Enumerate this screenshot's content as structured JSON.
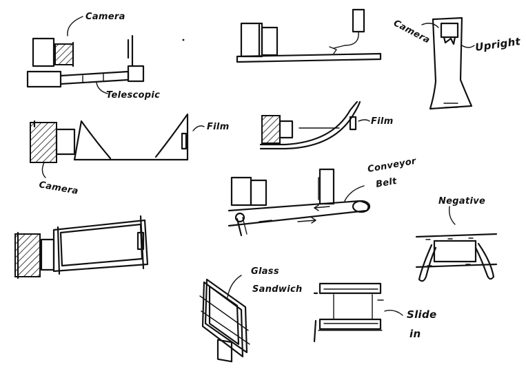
{
  "labels": {
    "camera_top_left": "Camera",
    "telescopic": "Telescopic",
    "camera_upright": "Camera",
    "upright": "Upright",
    "film_cone": "Film",
    "camera_cone": "Camera",
    "film_curve": "Film",
    "conveyor_line1": "Conveyor",
    "conveyor_line2": "Belt",
    "negative": "Negative",
    "glass_line1": "Glass",
    "glass_line2": "Sandwich",
    "slide_line1": "Slide",
    "slide_line2": "in"
  },
  "colors": {
    "ink": "#111111",
    "paper": "#ffffff"
  }
}
